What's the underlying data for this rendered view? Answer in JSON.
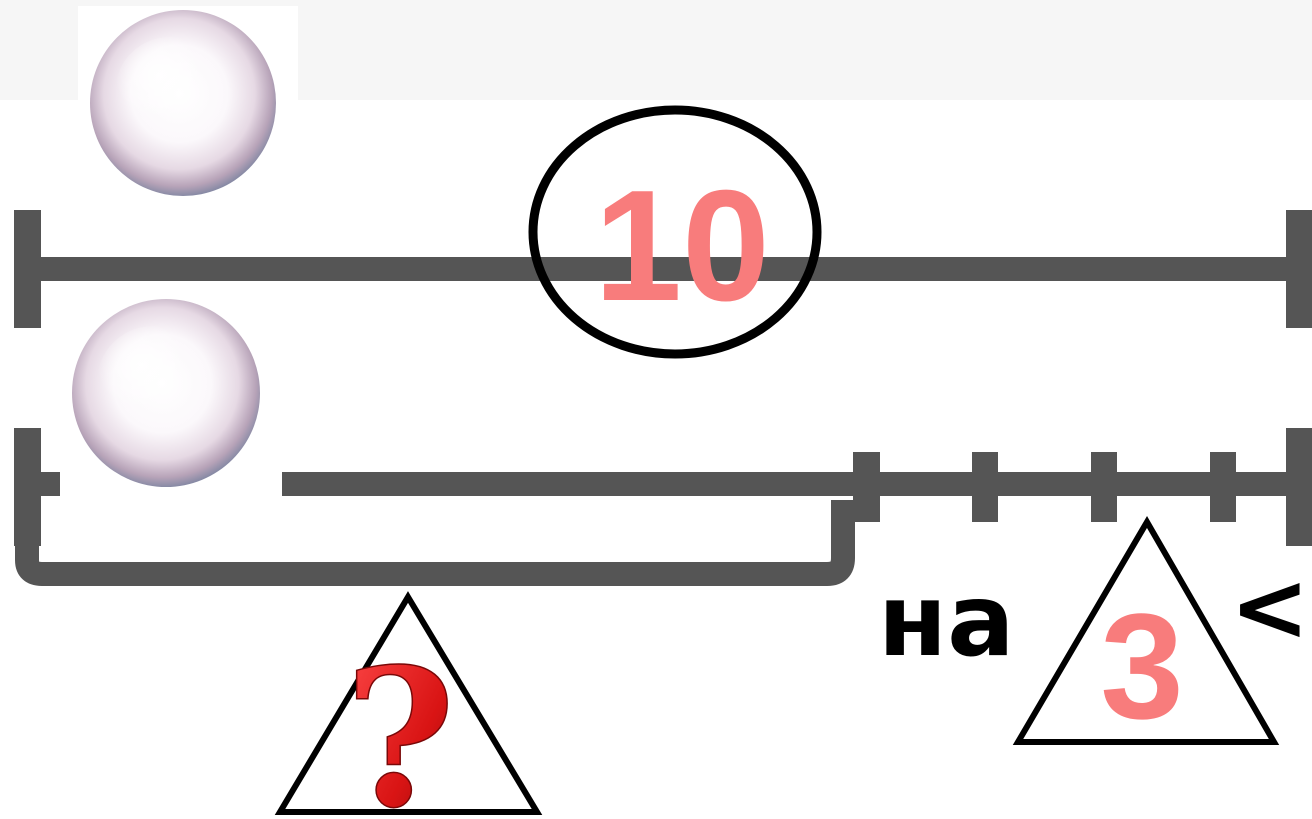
{
  "diagram": {
    "top_segment": {
      "total_value": "10"
    },
    "bottom_segment": {
      "unknown_symbol": "?",
      "comparison_word": "на",
      "difference_value": "3",
      "comparison_sign": "<"
    }
  },
  "colors": {
    "segment_line": "#555555",
    "number_color": "#f87c7c",
    "question_color": "#e01818",
    "outline": "#000000",
    "top_band": "#f6f6f6"
  },
  "icons": {
    "bead_top": "pearl-icon",
    "bead_bottom": "pearl-icon"
  }
}
